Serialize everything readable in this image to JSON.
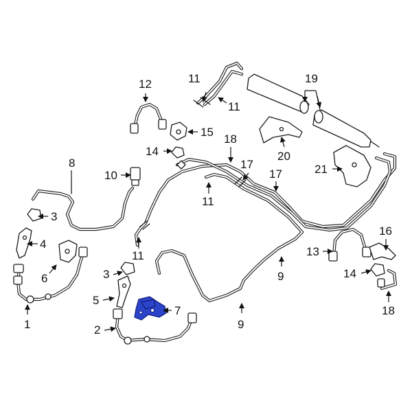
{
  "diagram": {
    "highlight_color": "#2b44c9",
    "callouts": [
      {
        "id": "c1",
        "text": "1"
      },
      {
        "id": "c2",
        "text": "2"
      },
      {
        "id": "c3a",
        "text": "3"
      },
      {
        "id": "c3b",
        "text": "3"
      },
      {
        "id": "c4",
        "text": "4"
      },
      {
        "id": "c5",
        "text": "5"
      },
      {
        "id": "c6",
        "text": "6"
      },
      {
        "id": "c7",
        "text": "7"
      },
      {
        "id": "c8",
        "text": "8"
      },
      {
        "id": "c9a",
        "text": "9"
      },
      {
        "id": "c9b",
        "text": "9"
      },
      {
        "id": "c10",
        "text": "10"
      },
      {
        "id": "c11a",
        "text": "11"
      },
      {
        "id": "c11b",
        "text": "11"
      },
      {
        "id": "c11c",
        "text": "11"
      },
      {
        "id": "c11d",
        "text": "11"
      },
      {
        "id": "c12",
        "text": "12"
      },
      {
        "id": "c13",
        "text": "13"
      },
      {
        "id": "c14a",
        "text": "14"
      },
      {
        "id": "c14b",
        "text": "14"
      },
      {
        "id": "c15",
        "text": "15"
      },
      {
        "id": "c16",
        "text": "16"
      },
      {
        "id": "c17a",
        "text": "17"
      },
      {
        "id": "c17b",
        "text": "17"
      },
      {
        "id": "c18a",
        "text": "18"
      },
      {
        "id": "c18b",
        "text": "18"
      },
      {
        "id": "c19",
        "text": "19"
      },
      {
        "id": "c20",
        "text": "20"
      },
      {
        "id": "c21",
        "text": "21"
      }
    ]
  }
}
